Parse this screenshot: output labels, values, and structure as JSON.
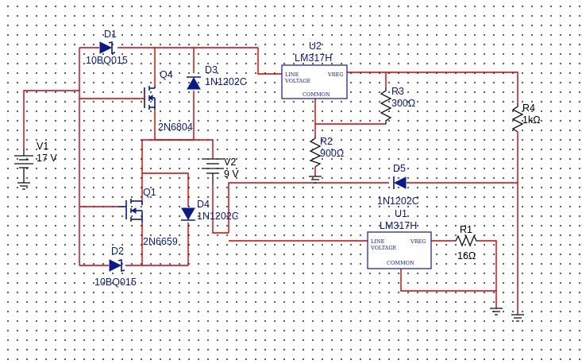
{
  "components": {
    "d1": {
      "ref": "D1",
      "part": "10BQ015"
    },
    "d2": {
      "ref": "D2",
      "part": "10BQ015"
    },
    "d3": {
      "ref": "D3",
      "part": "1N1202C"
    },
    "d4": {
      "ref": "D4",
      "part": "1N1202C"
    },
    "d5": {
      "ref": "D5",
      "part": "1N1202C"
    },
    "q1": {
      "ref": "Q1",
      "part": "2N6659"
    },
    "q4": {
      "ref": "Q4",
      "part": "2N6804"
    },
    "u1": {
      "ref": "U1",
      "part": "LM317H",
      "pin_line": "LINE",
      "pin_voltage": "VOLTAGE",
      "pin_vreg": "VREG",
      "pin_common": "COMMON"
    },
    "u2": {
      "ref": "U2",
      "part": "LM317H",
      "pin_line": "LINE",
      "pin_voltage": "VOLTAGE",
      "pin_vreg": "VREG",
      "pin_common": "COMMON"
    },
    "v1": {
      "ref": "V1",
      "value": "17 V"
    },
    "v2": {
      "ref": "V2",
      "value": "9 V"
    },
    "r1": {
      "ref": "R1",
      "value": "16Ω"
    },
    "r2": {
      "ref": "R2",
      "value": "900Ω"
    },
    "r3": {
      "ref": "R3",
      "value": "300Ω"
    },
    "r4": {
      "ref": "R4",
      "value": "1kΩ"
    }
  },
  "colors": {
    "wire": "#d00000",
    "component": "#0a1a8c",
    "grid_dot": "#333333"
  }
}
